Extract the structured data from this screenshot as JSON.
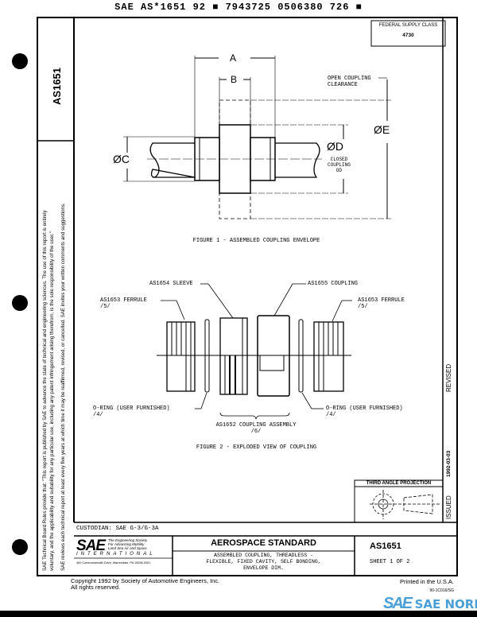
{
  "header_code": "SAE AS*1651 92 ■ 7943725 0506380 726 ■",
  "side_doc_number": "AS1651",
  "federal_supply": {
    "label": "FEDERAL SUPPLY CLASS",
    "value": "4730"
  },
  "figure1": {
    "dims": {
      "a": "A",
      "b": "B",
      "c": "ØC",
      "d": "ØD",
      "e": "ØE"
    },
    "open_clearance": [
      "OPEN COUPLING",
      "CLEARANCE"
    ],
    "closed_od": [
      "CLOSED",
      "COUPLING",
      "OD"
    ],
    "caption": "FIGURE 1 - ASSEMBLED COUPLING ENVELOPE"
  },
  "figure2": {
    "sleeve": "AS1654 SLEEVE",
    "coupling": "AS1655 COUPLING",
    "ferrule_left": [
      "AS1653 FERRULE",
      "/5/"
    ],
    "ferrule_right": [
      "AS1653 FERRULE",
      "/5/"
    ],
    "oring_left": [
      "O-RING (USER FURNISHED)",
      "/4/"
    ],
    "oring_right": [
      "O-RING (USER FURNISHED)",
      "/4/"
    ],
    "assembly": [
      "AS1652 COUPLING ASSEMBLY",
      "/6/"
    ],
    "caption": "FIGURE 2 - EXPLODED VIEW OF COUPLING"
  },
  "disclaimer": [
    "SAE Technical Board Rules provide that: \"This report is published by SAE to advance the state of technical and engineering sciences. The use of this report is entirely",
    "voluntary, and the applicability and suitability for any particular use, including any patent infringement arising therefrom, is the sole responsibility of the user.\"",
    "SAE reviews each technical report at least every five years at which time it may be reaffirmed, revised, or cancelled. SAE invites your written comments and suggestions."
  ],
  "revision": {
    "issued_label": "ISSUED",
    "issued_date": "1992-03-03",
    "revised_label": "REVISED"
  },
  "projection_label": "THIRD ANGLE PROJECTION",
  "custodian": "CUSTODIAN:  SAE G-3/G-3A",
  "sae_logo": {
    "mark": "SAE",
    "tagline": [
      "The Engineering Society",
      "For Advancing Mobility",
      "Land Sea Air and Space"
    ],
    "international": "INTERNATIONAL",
    "address": "400 Commonwealth Drive, Warrendale, PA 15096-0001"
  },
  "standard_type": "AEROSPACE STANDARD",
  "doc_title": [
    "ASSEMBLED COUPLING, THREADLESS -",
    "FLEXIBLE, FIXED CAVITY, SELF BONDING,",
    "ENVELOPE DIM."
  ],
  "doc_number": "AS1651",
  "sheet": "SHEET 1 OF 2",
  "copyright": [
    "Copyright 1992 by Society of Automotive Engineers, Inc.",
    "All rights reserved."
  ],
  "printed": "Printed in the U.S.A.",
  "form_code": "90-1C016/SG",
  "watermark": {
    "mark": "SAE",
    "text": "SAE NORM",
    "color": "#4a9fd8"
  }
}
